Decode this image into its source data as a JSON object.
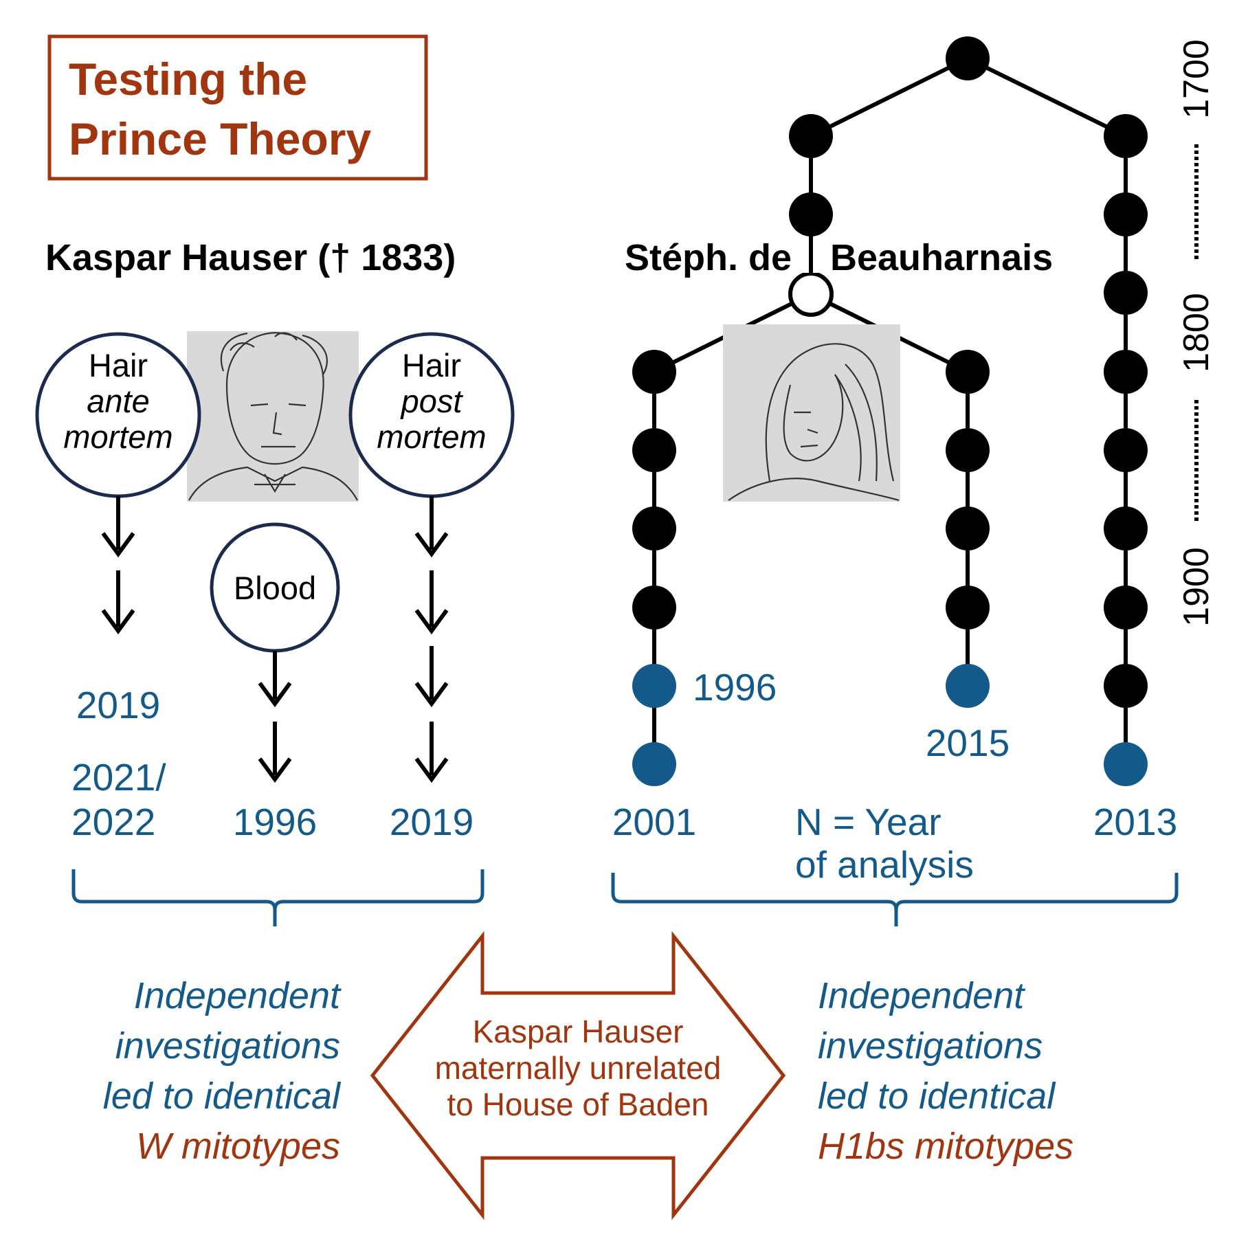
{
  "colors": {
    "rust": "#a0350f",
    "blue": "#135a8a",
    "navy": "#1b2a4e",
    "black": "#000000"
  },
  "title": {
    "line1": "Testing the",
    "line2": "Prince Theory"
  },
  "left": {
    "heading": "Kaspar Hauser († 1833)",
    "sample_ante": {
      "line1": "Hair",
      "line2": "ante",
      "line3": "mortem"
    },
    "sample_post": {
      "line1": "Hair",
      "line2": "post",
      "line3": "mortem"
    },
    "sample_blood": "Blood",
    "years": {
      "ante_a": "2019",
      "ante_b1": "2021/",
      "ante_b2": "2022",
      "blood": "1996",
      "post": "2019"
    },
    "portrait_icon": "kaspar-hauser-portrait"
  },
  "right": {
    "heading_part1": "Stéph. de",
    "heading_part2": "Beauharnais",
    "years": {
      "branch_left_upper": "1996",
      "branch_left_lower": "2001",
      "branch_middle": "2015",
      "branch_right": "2013"
    },
    "legend": {
      "line1": "N = Year",
      "line2": "of analysis"
    },
    "portrait_icon": "stephanie-de-beauharnais-portrait"
  },
  "timeline": {
    "tick_1700": "1700",
    "tick_1800": "1800",
    "tick_1900": "1900"
  },
  "conclusions": {
    "left": {
      "line1": "Independent",
      "line2": "investigations",
      "line3": "led to identical",
      "line4": "W mitotypes"
    },
    "right": {
      "line1": "Independent",
      "line2": "investigations",
      "line3": "led to identical",
      "line4": "H1bs mitotypes"
    }
  },
  "center_arrow": {
    "line1": "Kaspar Hauser",
    "line2": "maternally unrelated",
    "line3": "to House of Baden"
  }
}
